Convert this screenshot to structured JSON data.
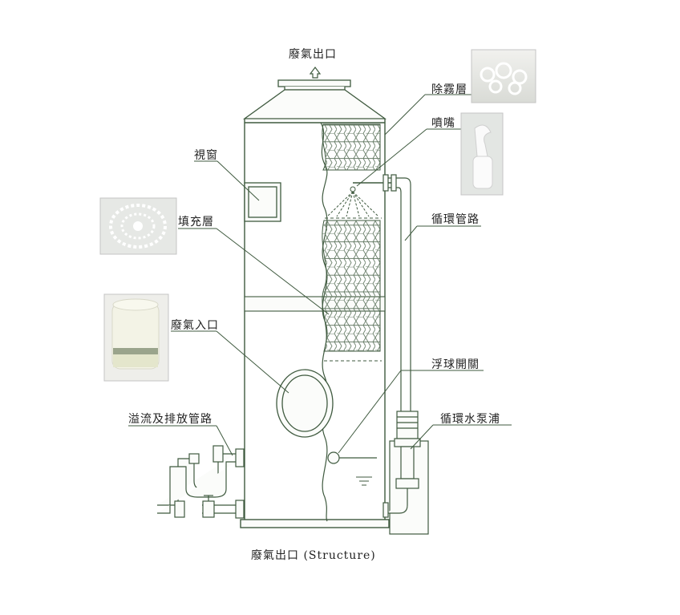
{
  "labels": {
    "outlet_top": "廢氣出口",
    "demister": "除霧層",
    "nozzle": "噴嘴",
    "window": "視窗",
    "packing": "填充層",
    "circulation_pipe": "循環管路",
    "inlet": "廢氣入口",
    "float_switch": "浮球開關",
    "overflow_drain": "溢流及排放管路",
    "pump": "循環水泵浦",
    "caption": "廢氣出口 (Structure)"
  },
  "colors": {
    "line": "#3f5a3f",
    "fill": "#f4f7f2",
    "mesh": "#6a7f6a",
    "photo_bg": "#e6e9e6"
  }
}
